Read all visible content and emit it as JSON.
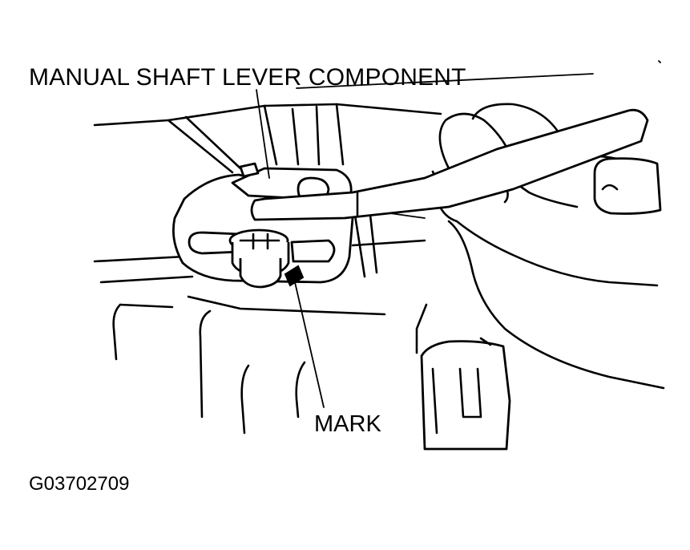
{
  "labels": {
    "component": "MANUAL SHAFT LEVER COMPONENT",
    "mark": "MARK",
    "figure_id": "G03702709"
  },
  "colors": {
    "ink": "#000000",
    "paper": "#ffffff"
  }
}
